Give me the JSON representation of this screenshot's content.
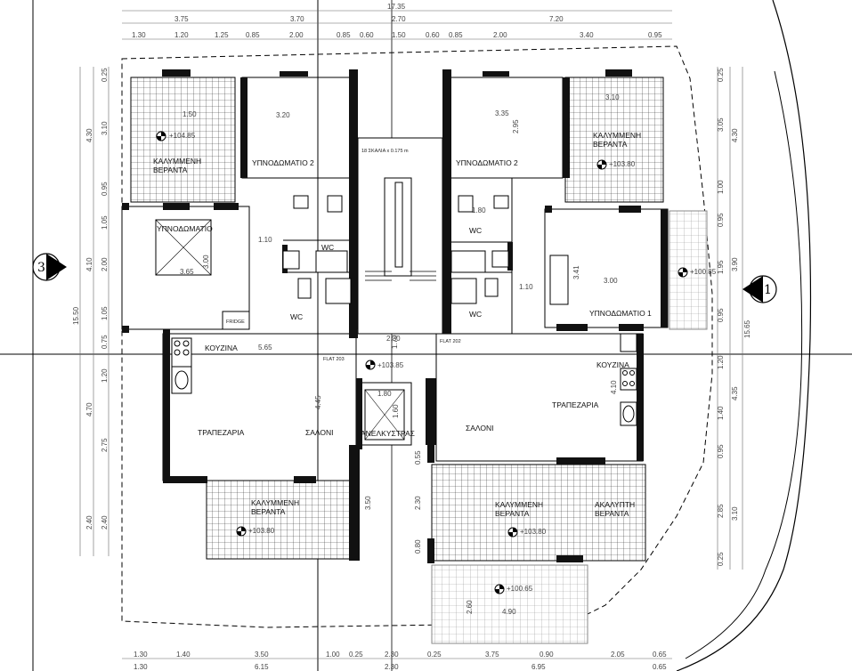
{
  "top_dims": {
    "overall": "17.35",
    "row2": [
      "3.75",
      "3.70",
      "2.70",
      "7.20"
    ],
    "row3": [
      "1.30",
      "1.20",
      "1.25",
      "0.85",
      "2.00",
      "0.85",
      "0.60",
      "1.50",
      "0.60",
      "0.85",
      "2.00",
      "3.40",
      "0.95"
    ]
  },
  "bottom_dims": {
    "row1": [
      "1.30",
      "1.40",
      "3.50",
      "1.00",
      "0.25",
      "2.30",
      "0.25",
      "3.75",
      "0.90",
      "2.05",
      "0.65"
    ],
    "row2": [
      "1.30",
      "6.15",
      "2.30",
      "6.95",
      "0.65"
    ]
  },
  "left_dims": {
    "total": "15.50",
    "mid": [
      "4.30",
      "4.10",
      "4.70",
      "2.40"
    ],
    "inner": [
      "0.25",
      "3.10",
      "0.95",
      "1.05",
      "2.00",
      "1.05",
      "0.75",
      "1.20",
      "2.75",
      "2.40"
    ]
  },
  "right_dims": {
    "total": "15.65",
    "mid": [
      "4.30",
      "3.90",
      "4.35",
      "3.10"
    ],
    "inner": [
      "0.25",
      "3.05",
      "1.00",
      "0.95",
      "1.95",
      "0.95",
      "1.20",
      "1.40",
      "0.95",
      "2.85",
      "0.25"
    ]
  },
  "axes": {
    "left": "3",
    "right": "1"
  },
  "rooms": {
    "covered_veranda_nw": "ΚΑΛΥΜΜΕΝΗ\nΒΕΡΑΝΤΑ",
    "bedroom2_left": "ΥΠΝΟΔΩΜΑΤΙΟ 2",
    "bedroom_left_master": "ΥΠΝΟΔΩΜΑΤΙΟ",
    "wc_left_1": "WC",
    "wc_left_2": "WC",
    "kitchen_left": "ΚΟΥΖΙΝΑ",
    "dining_left": "ΤΡΑΠΕΖΑΡΙΑ",
    "living_left": "ΣΑΛΟΝΙ",
    "covered_veranda_sw": "ΚΑΛΥΜΜΕΝΗ\nΒΕΡΑΝΤΑ",
    "elevator": "ΑΝΕΛΚΥΣΤΡΑΣ",
    "flat_203": "FLAT 203",
    "flat_202": "FLAT 202",
    "bedroom2_right": "ΥΠΝΟΔΩΜΑΤΙΟ 2",
    "covered_veranda_ne": "ΚΑΛΥΜΜΕΝΗ\nΒΕΡΑΝΤΑ",
    "wc_right_1": "WC",
    "wc_right_2": "WC",
    "bedroom1_right": "ΥΠΝΟΔΩΜΑΤΙΟ 1",
    "kitchen_right": "ΚΟΥΖΙΝΑ",
    "dining_right": "ΤΡΑΠΕΖΑΡΙΑ",
    "living_right": "ΣΑΛΟΝΙ",
    "covered_veranda_se": "ΚΑΛΥΜΜΕΝΗ\nΒΕΡΑΝΤΑ",
    "uncovered_veranda_se": "ΑΚΑΛΥΠΤΗ\nΒΕΡΑΝΤΑ",
    "fridge": "FRIDGE"
  },
  "stair_note": "18 ΣΚΑΛΙΑ x 0.175 m",
  "levels": {
    "nw": "+104.85",
    "ne": "+103.80",
    "landing": "+103.85",
    "sw": "+103.80",
    "se": "+103.80",
    "e_ext": "+100.85",
    "s_ext": "+100.65"
  },
  "inner_dims": {
    "d320": "3.20",
    "d335": "3.35",
    "d295": "2.95",
    "d365": "3.65",
    "d300a": "3.00",
    "d110a": "1.10",
    "d110b": "1.10",
    "d300b": "3.00",
    "d341": "3.41",
    "d565": "5.65",
    "d230": "2.30",
    "d180": "1.80",
    "d410": "4.10",
    "d445": "4.45",
    "d350": "3.50",
    "d230b": "2.30",
    "d080": "0.80",
    "d260": "2.60",
    "d490": "4.90",
    "d310": "3.10",
    "d180b": "1.80",
    "d055": "0.55",
    "d150": "1.50",
    "d160": "1.60",
    "d170": "1.70"
  }
}
